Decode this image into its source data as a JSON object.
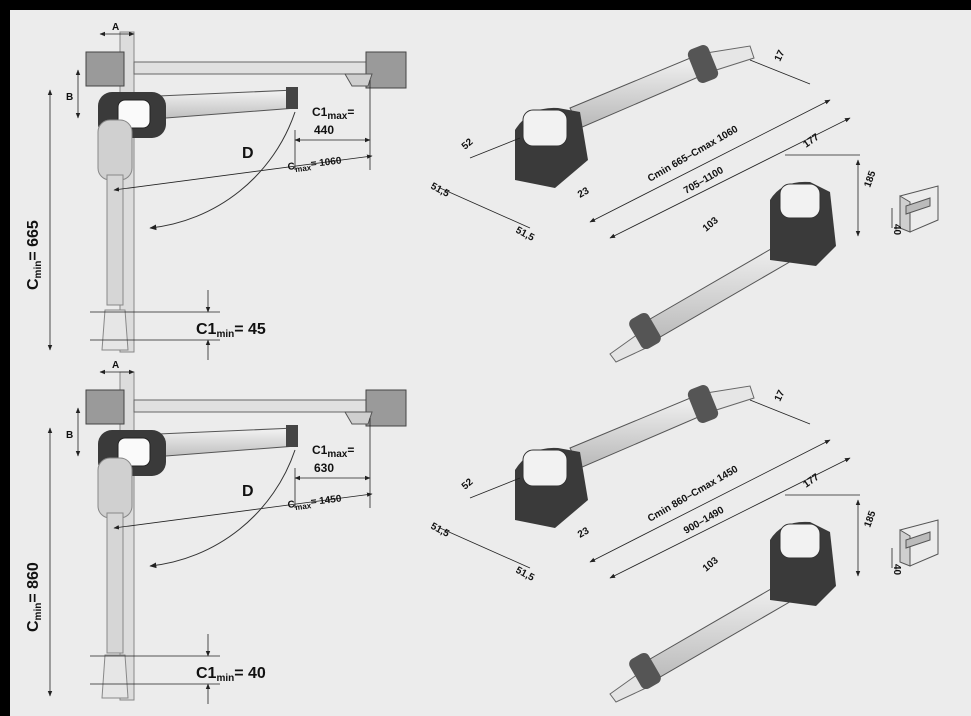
{
  "top": {
    "side": {
      "A": "A",
      "B": "B",
      "D": "D",
      "c1max_label": "C1",
      "c1max_sub": "max",
      "c1max_eq": "=",
      "c1max_value": "440",
      "cmax_label": "C",
      "cmax_sub": "max",
      "cmax_value": "= 1060",
      "cmin_label": "C",
      "cmin_sub": "min",
      "cmin_value": "= 665",
      "c1min_label": "C1",
      "c1min_sub": "min",
      "c1min_value": "= 45"
    },
    "iso": {
      "d52": "52",
      "d51a": "51,5",
      "d51b": "51,5",
      "d23": "23",
      "d17": "17",
      "stroke": "Cmin 665–Cmax 1060",
      "overall": "705–1100",
      "d177": "177",
      "d185": "185",
      "d103": "103",
      "d40": "40"
    }
  },
  "bottom": {
    "side": {
      "A": "A",
      "B": "B",
      "D": "D",
      "c1max_label": "C1",
      "c1max_sub": "max",
      "c1max_eq": "=",
      "c1max_value": "630",
      "cmax_label": "C",
      "cmax_sub": "max",
      "cmax_value": "= 1450",
      "cmin_label": "C",
      "cmin_sub": "min",
      "cmin_value": "= 860",
      "c1min_label": "C1",
      "c1min_sub": "min",
      "c1min_value": "= 40"
    },
    "iso": {
      "d52": "52",
      "d51a": "51,5",
      "d51b": "51,5",
      "d23": "23",
      "d17": "17",
      "stroke": "Cmin 860–Cmax 1450",
      "overall": "900–1490",
      "d177": "177",
      "d185": "185",
      "d103": "103",
      "d40": "40"
    }
  },
  "colors": {
    "background": "#ececec",
    "frame": "#000000",
    "motor_dark": "#3a3a3a",
    "rod": "#d8d8d8",
    "post": "#9a9a9a"
  }
}
